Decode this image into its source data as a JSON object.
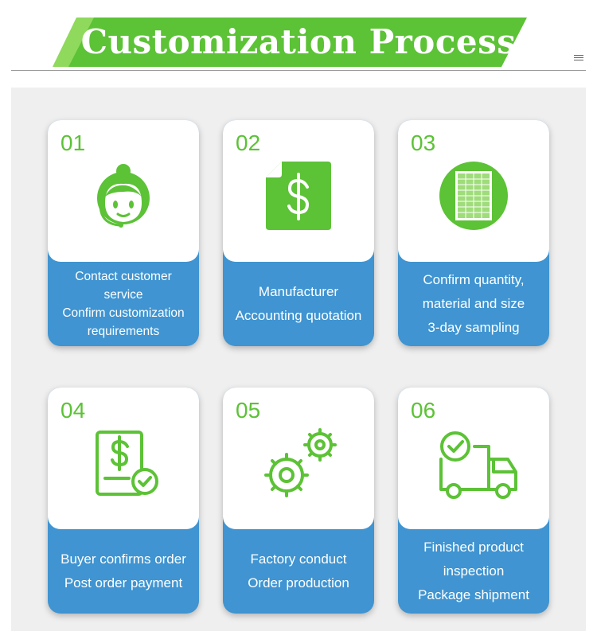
{
  "header": {
    "title": "Customization Process",
    "colors": {
      "banner_dark": "#7ed14a",
      "banner_light": "#5cc236"
    }
  },
  "colors": {
    "accent_green": "#5cc236",
    "card_blue": "#3f94d1",
    "panel_gray": "#efefef"
  },
  "steps": [
    {
      "number": "01",
      "icon": "customer-service-icon",
      "lines": [
        "Contact customer",
        "service",
        "Confirm customization",
        "requirements"
      ]
    },
    {
      "number": "02",
      "icon": "dollar-document-icon",
      "lines": [
        "Manufacturer",
        "Accounting quotation"
      ]
    },
    {
      "number": "03",
      "icon": "material-sample-icon",
      "lines": [
        "Confirm quantity,",
        "material and size",
        "3-day sampling"
      ]
    },
    {
      "number": "04",
      "icon": "order-payment-icon",
      "lines": [
        "Buyer confirms order",
        "Post order payment"
      ]
    },
    {
      "number": "05",
      "icon": "gears-icon",
      "lines": [
        "Factory conduct",
        "Order production"
      ]
    },
    {
      "number": "06",
      "icon": "delivery-truck-icon",
      "lines": [
        "Finished product",
        "inspection",
        "Package shipment"
      ]
    }
  ]
}
